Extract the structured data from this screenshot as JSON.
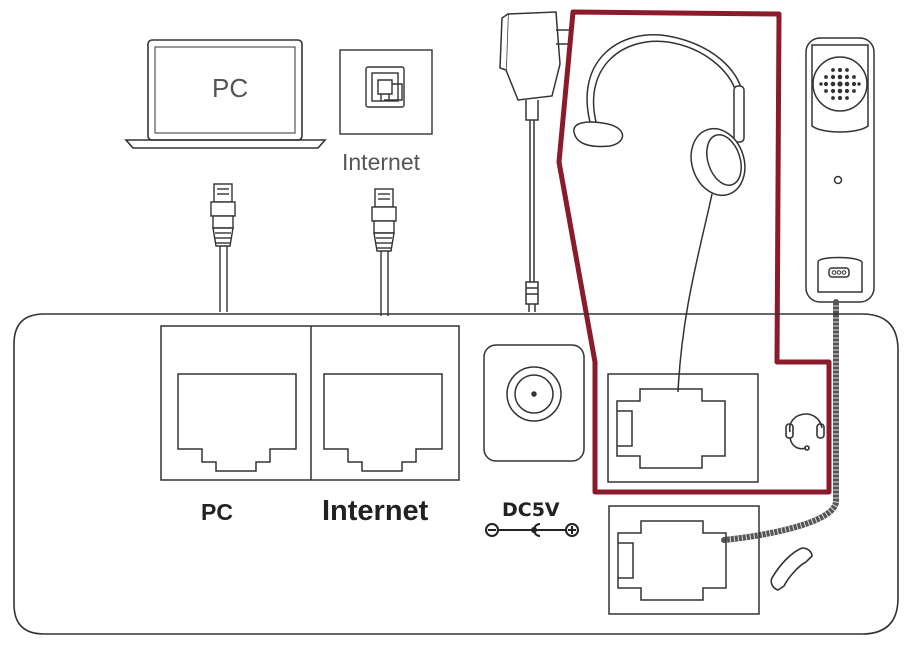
{
  "devices": {
    "pc_label": "PC",
    "internet_label": "Internet"
  },
  "ports": {
    "pc_label": "PC",
    "internet_label": "Internet",
    "power_label": "DC5V"
  },
  "colors": {
    "highlight": "#8b1a2b",
    "line": "#333333",
    "cord": "#666666"
  },
  "icons": [
    "laptop-icon",
    "wall-jack-icon",
    "power-adapter-icon",
    "headset-icon",
    "handset-icon",
    "headset-port-icon",
    "handset-port-icon"
  ]
}
